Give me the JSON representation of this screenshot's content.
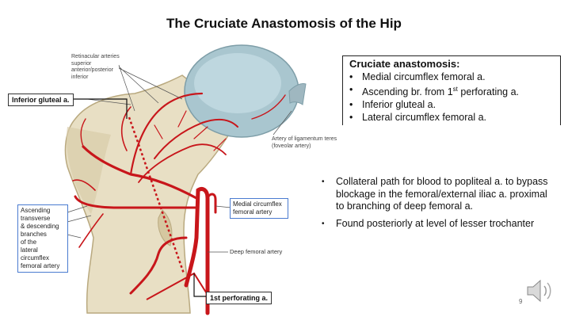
{
  "slide": {
    "title": "The Cruciate Anastomosis of the Hip",
    "page_number": "9"
  },
  "figure": {
    "labels": {
      "retinacular": [
        "Retinacular arteries",
        "superior",
        "anterior/posterior",
        "inferior"
      ],
      "ligamentum_teres": [
        "Artery of ligamentum teres",
        "(foveolar artery)"
      ],
      "medial_circumflex": [
        "Medial circumflex",
        "femoral artery"
      ],
      "lateral_circumflex": [
        "Ascending",
        "transverse",
        "& descending",
        "branches",
        "of the",
        "lateral circumflex",
        "femoral artery"
      ],
      "deep_femoral": "Deep femoral artery"
    },
    "callouts": {
      "inferior_gluteal": "Inferior gluteal a.",
      "first_perforating": "1st perforating a."
    },
    "colors": {
      "bone": "#e8dfc4",
      "cartilage": "#a9c6cf",
      "artery": "#c8161b",
      "label_border": "#4a7bd0"
    }
  },
  "info_box": {
    "title": "Cruciate anastomosis:",
    "items": [
      "Medial circumflex femoral a.",
      "Ascending br. from 1",
      "Inferior gluteal a.",
      "Lateral circumflex femoral a."
    ],
    "item2_sup": "st",
    "item2_tail": " perforating a."
  },
  "notes": [
    "Collateral path for blood to popliteal a. to bypass blockage in the femoral/external iliac a. proximal to branching of deep femoral a.",
    "Found posteriorly at level of lesser trochanter"
  ],
  "icons": {
    "speaker": "speaker-icon"
  }
}
